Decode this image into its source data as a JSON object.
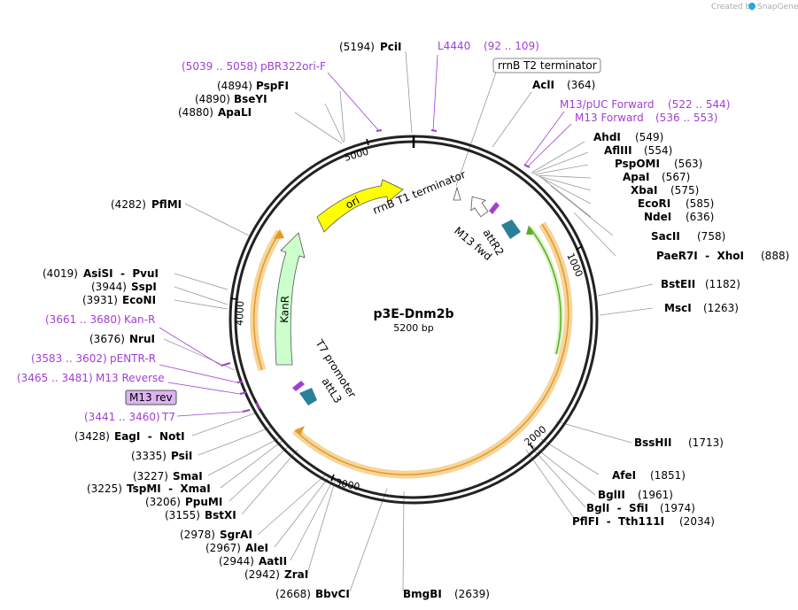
{
  "credit": {
    "text": "Created by",
    "brand": "SnapGene"
  },
  "plasmid": {
    "name": "p3E-Dnm2b",
    "length": "5200 bp"
  },
  "ticks": [
    "1000",
    "2000",
    "3000",
    "4000",
    "5000"
  ],
  "features": {
    "ori": "ori",
    "kanr": "KanR",
    "rrnb_t1": "rrnB T1 terminator",
    "m13fwd": "M13 fwd",
    "attr2": "attR2",
    "t7prom": "T7 promoter",
    "attl3": "attL3",
    "rrnb_t2": "rrnB T2 terminator",
    "m13rev_box": "M13 rev"
  },
  "sites": [
    {
      "pos": "(5194)",
      "name": "PciI"
    },
    {
      "pos": "(364)",
      "name": "AclI"
    },
    {
      "pos": "(4894)",
      "name": "PspFI"
    },
    {
      "pos": "(4890)",
      "name": "BseYI"
    },
    {
      "pos": "(4880)",
      "name": "ApaLI"
    },
    {
      "pos": "(549)",
      "name": "AhdI"
    },
    {
      "pos": "(554)",
      "name": "AflIII"
    },
    {
      "pos": "(563)",
      "name": "PspOMI"
    },
    {
      "pos": "(567)",
      "name": "ApaI"
    },
    {
      "pos": "(575)",
      "name": "XbaI"
    },
    {
      "pos": "(585)",
      "name": "EcoRI"
    },
    {
      "pos": "(636)",
      "name": "NdeI"
    },
    {
      "pos": "(758)",
      "name": "SacII"
    },
    {
      "pos": "(888)",
      "name": "PaeR7I  -  XhoI"
    },
    {
      "pos": "(1182)",
      "name": "BstEII"
    },
    {
      "pos": "(1263)",
      "name": "MscI"
    },
    {
      "pos": "(4282)",
      "name": "PflMI"
    },
    {
      "pos": "(4019)",
      "name": "AsiSI  -  PvuI"
    },
    {
      "pos": "(3944)",
      "name": "SspI"
    },
    {
      "pos": "(3931)",
      "name": "EcoNI"
    },
    {
      "pos": "(3676)",
      "name": "NruI"
    },
    {
      "pos": "(3428)",
      "name": "EagI  -  NotI"
    },
    {
      "pos": "(3335)",
      "name": "PsiI"
    },
    {
      "pos": "(3227)",
      "name": "SmaI"
    },
    {
      "pos": "(3225)",
      "name": "TspMI  -  XmaI"
    },
    {
      "pos": "(3206)",
      "name": "PpuMI"
    },
    {
      "pos": "(3155)",
      "name": "BstXI"
    },
    {
      "pos": "(2978)",
      "name": "SgrAI"
    },
    {
      "pos": "(2967)",
      "name": "AleI"
    },
    {
      "pos": "(2944)",
      "name": "AatII"
    },
    {
      "pos": "(2942)",
      "name": "ZraI"
    },
    {
      "pos": "(2668)",
      "name": "BbvCI"
    },
    {
      "pos": "(2639)",
      "name": "BmgBI"
    },
    {
      "pos": "(1713)",
      "name": "BssHII"
    },
    {
      "pos": "(1851)",
      "name": "AfeI"
    },
    {
      "pos": "(1961)",
      "name": "BglII"
    },
    {
      "pos": "(1974)",
      "name": "BglI  -  SfiI"
    },
    {
      "pos": "(2034)",
      "name": "PflFI  -  Tth111I"
    }
  ],
  "primers": [
    {
      "pos": "(5039 .. 5058)",
      "name": "pBR322ori-F"
    },
    {
      "pos": "(92 .. 109)",
      "name": "L4440"
    },
    {
      "pos": "(522 .. 544)",
      "name": "M13/pUC Forward"
    },
    {
      "pos": "(536 .. 553)",
      "name": "M13 Forward"
    },
    {
      "pos": "(3661 .. 3680)",
      "name": "Kan-R"
    },
    {
      "pos": "(3583 .. 3602)",
      "name": "pENTR-R"
    },
    {
      "pos": "(3465 .. 3481)",
      "name": "M13 Reverse"
    },
    {
      "pos": "(3441 .. 3460)",
      "name": "T7"
    }
  ],
  "colors": {
    "backbone": "#222222",
    "orange_fill": "#f6d59b",
    "orange_stroke": "#e39a2a",
    "green_fill": "#bff2a0",
    "green_stroke": "#5fa82b",
    "ori_fill": "#ffff00",
    "kanr_fill": "#ccffcc",
    "primer": "#a23fd1",
    "teal": "#2a7f9a"
  }
}
